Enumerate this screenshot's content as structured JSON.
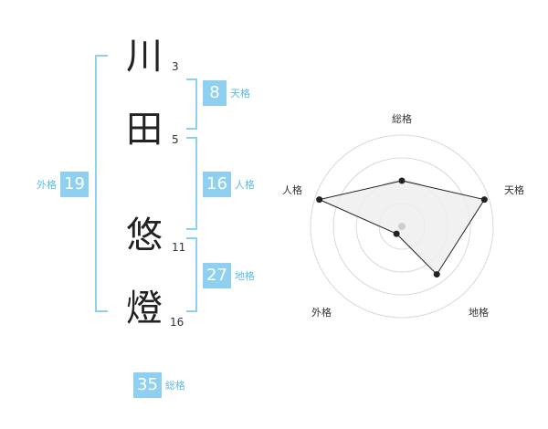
{
  "name_chars": [
    {
      "char": "川",
      "strokes": "3"
    },
    {
      "char": "田",
      "strokes": "5"
    },
    {
      "char": "悠",
      "strokes": "11"
    },
    {
      "char": "燈",
      "strokes": "16"
    }
  ],
  "scores": {
    "tenkaku": {
      "value": "8",
      "label": "天格"
    },
    "jinkaku": {
      "value": "16",
      "label": "人格"
    },
    "chikaku": {
      "value": "27",
      "label": "地格"
    },
    "gaikaku": {
      "value": "19",
      "label": "外格"
    },
    "soukaku": {
      "value": "35",
      "label": "総格"
    }
  },
  "radar": {
    "labels": [
      "総格",
      "天格",
      "地格",
      "外格",
      "人格"
    ],
    "levels": [
      0.5,
      0.95,
      0.65,
      0.1,
      0.95
    ],
    "ring_count": 4,
    "colors": {
      "ring": "#d9d9d9",
      "fill": "#eeeeee",
      "line": "#222222",
      "point": "#222222",
      "center": "#cccccc"
    }
  },
  "accent_color": "#8fd0f0"
}
